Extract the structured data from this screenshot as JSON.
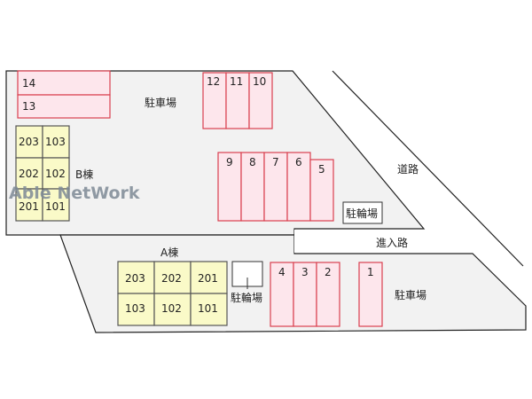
{
  "watermark": "Able NetWork",
  "labels": {
    "parking_top": "駐車場",
    "parking_bottom": "駐車場",
    "road": "道路",
    "entrance_road": "進入路",
    "bike_parking_top": "駐輪場",
    "bike_parking_bottom": "駐輪場",
    "building_a": "A棟",
    "building_b": "B棟"
  },
  "building_b_units": [
    "203",
    "103",
    "202",
    "102",
    "201",
    "101"
  ],
  "building_a_units": [
    "203",
    "202",
    "201",
    "103",
    "102",
    "101"
  ],
  "parking_spaces": [
    "1",
    "2",
    "3",
    "4",
    "5",
    "6",
    "7",
    "8",
    "9",
    "10",
    "11",
    "12",
    "13",
    "14"
  ],
  "colors": {
    "parking_fill": "#fde6ec",
    "parking_stroke": "#d9404f",
    "building_fill": "#fafac8",
    "ground": "#f2f2f2"
  }
}
